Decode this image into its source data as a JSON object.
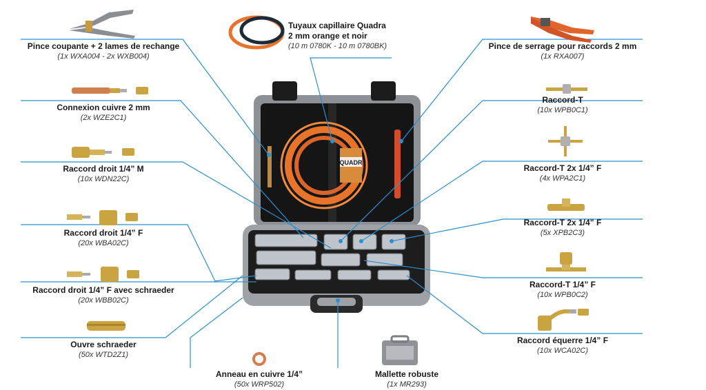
{
  "components": [
    {
      "id": "pince-coupante",
      "title": "Pince coupante + 2 lames de rechange",
      "code": "(1x WXA004 - 2x WXB004)"
    },
    {
      "id": "connexion-cuivre",
      "title": "Connexion cuivre 2 mm",
      "code": "(2x WZE2C1)"
    },
    {
      "id": "raccord-droit-m",
      "title": "Raccord droit 1/4” M",
      "code": "(10x WDN22C)"
    },
    {
      "id": "raccord-droit-f",
      "title": "Raccord droit 1/4” F",
      "code": "(20x WBA02C)"
    },
    {
      "id": "raccord-droit-f-schraeder",
      "title": "Raccord droit 1/4” F avec schraeder",
      "code": "(20x WBB02C)"
    },
    {
      "id": "ouvre-schraeder",
      "title": "Ouvre schraeder",
      "code": "(50x WTD2Z1)"
    },
    {
      "id": "anneau-cuivre",
      "title": "Anneau en cuivre 1/4”",
      "code": "(50x WRP502)"
    },
    {
      "id": "mallette",
      "title": "Mallette robuste",
      "code": "(1x MR293)"
    },
    {
      "id": "tuyaux",
      "title": "Tuyaux capillaire Quadra",
      "title2": "2 mm orange et noir",
      "code": "(10 m 0780K - 10 m 0780BK)"
    },
    {
      "id": "pince-serrage",
      "title": "Pince de serrage pour raccords 2 mm",
      "code": "(1x RXA007)"
    },
    {
      "id": "raccord-t",
      "title": "Raccord-T",
      "code": "(10x WPB0C1)"
    },
    {
      "id": "raccord-t-2x-wpa",
      "title": "Raccord-T 2x 1/4” F",
      "code": "(4x WPA2C1)"
    },
    {
      "id": "raccord-t-2x-xpb",
      "title": "Raccord-T 2x 1/4” F",
      "code": "(5x XPB2C3)"
    },
    {
      "id": "raccord-t-1",
      "title": "Raccord-T 1/4” F",
      "code": "(10x WPB0C2)"
    },
    {
      "id": "raccord-equerre",
      "title": "Raccord équerre 1/4” F",
      "code": "(10x WCA02C)"
    }
  ],
  "case_label": "QUADR",
  "colors": {
    "line": "#2b8fd0",
    "orange": "#e8732a",
    "case_grey": "#9ea2a6",
    "brass": "#c9a441",
    "copper": "#d0804f"
  }
}
